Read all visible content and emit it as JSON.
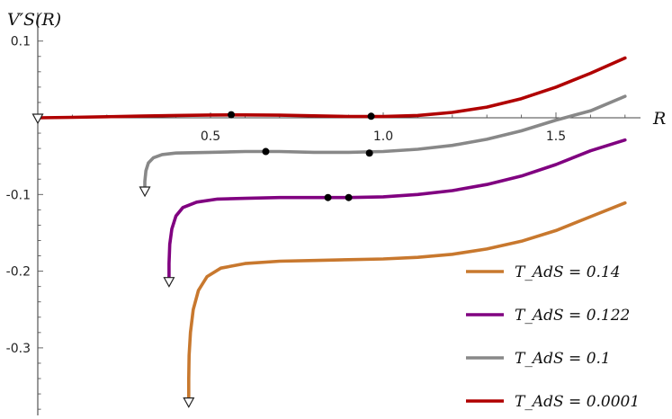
{
  "chart_data": {
    "type": "line",
    "ylabel": "V′S(R)",
    "xlabel": "R",
    "xlim": [
      0.0,
      1.75
    ],
    "ylim": [
      -0.39,
      0.115
    ],
    "xticks_major": [
      0.5,
      1.0,
      1.5
    ],
    "xticks_major_labels": [
      "0.5",
      "1.0",
      "1.5"
    ],
    "yticks_major": [
      0.1,
      -0.1,
      -0.2,
      -0.3
    ],
    "yticks_major_labels": [
      "0.1",
      "-0.1",
      "-0.2",
      "-0.3"
    ],
    "grid": false,
    "legend_position": "bottom-right",
    "series": [
      {
        "name": "T_AdS = 0.14",
        "color": "#c8782e",
        "x": [
          0.437,
          0.437,
          0.438,
          0.442,
          0.45,
          0.465,
          0.49,
          0.53,
          0.6,
          0.7,
          0.8,
          0.9,
          1.0,
          1.1,
          1.2,
          1.3,
          1.4,
          1.5,
          1.6,
          1.7
        ],
        "y": [
          -0.37,
          -0.34,
          -0.31,
          -0.28,
          -0.25,
          -0.225,
          -0.207,
          -0.196,
          -0.19,
          -0.187,
          -0.186,
          -0.185,
          -0.184,
          -0.182,
          -0.178,
          -0.171,
          -0.161,
          -0.147,
          -0.129,
          -0.111
        ],
        "markers": [],
        "start_marker": [
          0.437,
          -0.37
        ]
      },
      {
        "name": "T_AdS = 0.122",
        "color": "#800080",
        "x": [
          0.38,
          0.38,
          0.382,
          0.388,
          0.4,
          0.42,
          0.46,
          0.52,
          0.6,
          0.7,
          0.8,
          0.9,
          1.0,
          1.1,
          1.2,
          1.3,
          1.4,
          1.5,
          1.6,
          1.7
        ],
        "y": [
          -0.213,
          -0.19,
          -0.165,
          -0.145,
          -0.128,
          -0.117,
          -0.11,
          -0.106,
          -0.105,
          -0.104,
          -0.104,
          -0.104,
          -0.103,
          -0.1,
          -0.095,
          -0.087,
          -0.076,
          -0.061,
          -0.043,
          -0.029
        ],
        "markers": [
          [
            0.84,
            -0.104
          ],
          [
            0.9,
            -0.104
          ]
        ],
        "start_marker": [
          0.38,
          -0.213
        ]
      },
      {
        "name": "T_AdS = 0.1",
        "color": "#888888",
        "x": [
          0.31,
          0.31,
          0.313,
          0.32,
          0.335,
          0.36,
          0.4,
          0.5,
          0.6,
          0.7,
          0.8,
          0.9,
          1.0,
          1.1,
          1.2,
          1.3,
          1.4,
          1.5,
          1.6,
          1.7
        ],
        "y": [
          -0.095,
          -0.083,
          -0.069,
          -0.059,
          -0.052,
          -0.048,
          -0.046,
          -0.045,
          -0.044,
          -0.044,
          -0.045,
          -0.045,
          -0.044,
          -0.041,
          -0.036,
          -0.028,
          -0.017,
          -0.003,
          0.009,
          0.028
        ],
        "markers": [
          [
            0.66,
            -0.044
          ],
          [
            0.96,
            -0.046
          ]
        ],
        "start_marker": [
          0.31,
          -0.095
        ]
      },
      {
        "name": "T_AdS = 0.0001",
        "color": "#b00000",
        "x": [
          0.0,
          0.1,
          0.2,
          0.3,
          0.4,
          0.5,
          0.6,
          0.7,
          0.8,
          0.9,
          1.0,
          1.1,
          1.2,
          1.3,
          1.4,
          1.5,
          1.6,
          1.7
        ],
        "y": [
          0.0,
          0.0006,
          0.0014,
          0.0022,
          0.003,
          0.0036,
          0.0038,
          0.0034,
          0.0026,
          0.0017,
          0.0016,
          0.003,
          0.007,
          0.014,
          0.025,
          0.04,
          0.058,
          0.078
        ],
        "markers": [
          [
            0.56,
            0.004
          ],
          [
            0.965,
            0.002
          ]
        ],
        "start_marker": [
          0.0,
          0.0
        ]
      }
    ]
  }
}
